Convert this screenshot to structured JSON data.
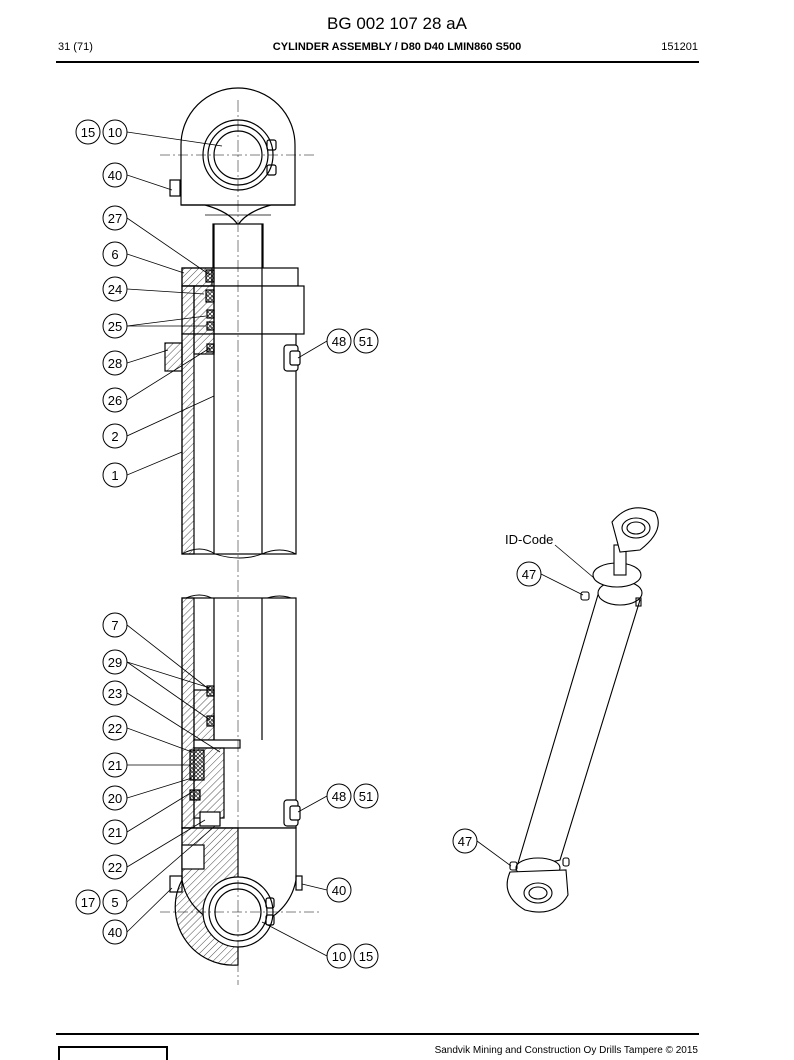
{
  "header": {
    "doc_code": "BG 002 107 28 aA",
    "page": "31 (71)",
    "section": "CYLINDER ASSEMBLY / D80 D40 LMIN860 S500",
    "date": "151201"
  },
  "diagram": {
    "id_code_label": "ID-Code",
    "callouts": [
      "15",
      "10",
      "40",
      "27",
      "6",
      "24",
      "25",
      "28",
      "26",
      "2",
      "1",
      "48",
      "51",
      "7",
      "29",
      "23",
      "22",
      "21",
      "20",
      "21",
      "22",
      "17",
      "5",
      "40",
      "48",
      "51",
      "40",
      "10",
      "15",
      "47",
      "47"
    ]
  },
  "footer": {
    "copyright": "Sandvik Mining and Construction Oy Drills Tampere © 2015"
  }
}
